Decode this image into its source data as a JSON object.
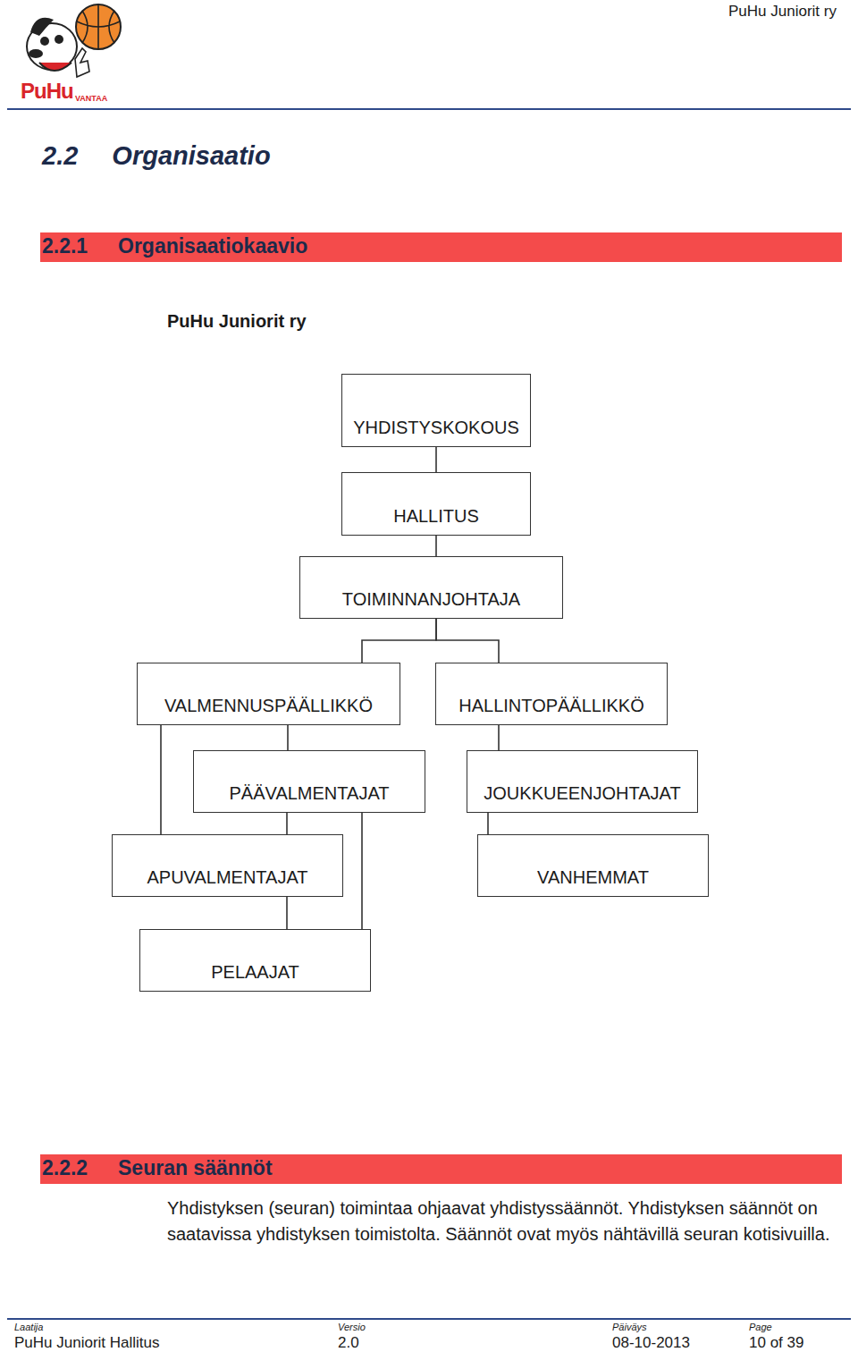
{
  "diagram": {
    "title": "2.2 Organisaatio",
    "nodes": [
      {
        "text": [
          "2.2.1",
          "Organisaatiokaavio"
        ]
      },
      {
        "text": [
          "YHDISTYSKOKOUS"
        ]
      },
      {
        "text": [
          "HALLITUS"
        ]
      },
      {
        "text": [
          "TOIMINNANJOHTAJA"
        ]
      },
      {
        "text": [
          "VALMENNUSPÄÄLLIKKÖ"
        ]
      },
      {
        "text": [
          "HALLINTOPÄÄLLIKKÖ"
        ]
      },
      {
        "text": [
          "PÄÄVALMENTAJAT"
        ]
      },
      {
        "text": [
          "JOUKKUEENJOHTAJAT"
        ]
      },
      {
        "text": [
          "APUVALMENTAJAT"
        ]
      },
      {
        "text": [
          "VANHEMMAT"
        ]
      },
      {
        "text": [
          "PELAAJAT"
        ]
      },
      {
        "text": [
          "2.2.2",
          "Seuran säännöt"
        ]
      }
    ],
    "edges": [
      {
        "from": 1,
        "to": 2,
        "arrow": "none"
      },
      {
        "from": 2,
        "to": 3,
        "arrow": "none"
      },
      {
        "from": 3,
        "to": 4,
        "arrow": "none"
      },
      {
        "from": 3,
        "to": 5,
        "arrow": "none"
      },
      {
        "from": 4,
        "to": 6,
        "arrow": "none"
      },
      {
        "from": 5,
        "to": 7,
        "arrow": "none"
      },
      {
        "from": 4,
        "to": 8,
        "arrow": "none"
      },
      {
        "from": 6,
        "to": 8,
        "arrow": "none"
      },
      {
        "from": 7,
        "to": 9,
        "arrow": "none"
      },
      {
        "from": 8,
        "to": 10,
        "arrow": "none"
      },
      {
        "from": 6,
        "to": 10,
        "arrow": "none"
      }
    ],
    "labels": [
      "PuHu Juniorit ry",
      "PuHu",
      "VANTAA",
      "PuHu Juniorit ry",
      "Yhdistyksen (seuran) toimintaa ohjaavat yhdistyssäännöt. Yhdistyksen säännöt on saatavissa yhdistyksen toimistolta. Säännöt ovat myös nähtävillä seuran kotisivuilla.",
      "Laatija",
      "Versio",
      "Päiväys",
      "Page",
      "PuHu Juniorit Hallitus",
      "2.0",
      "08-10-2013",
      "10 of 39"
    ]
  }
}
